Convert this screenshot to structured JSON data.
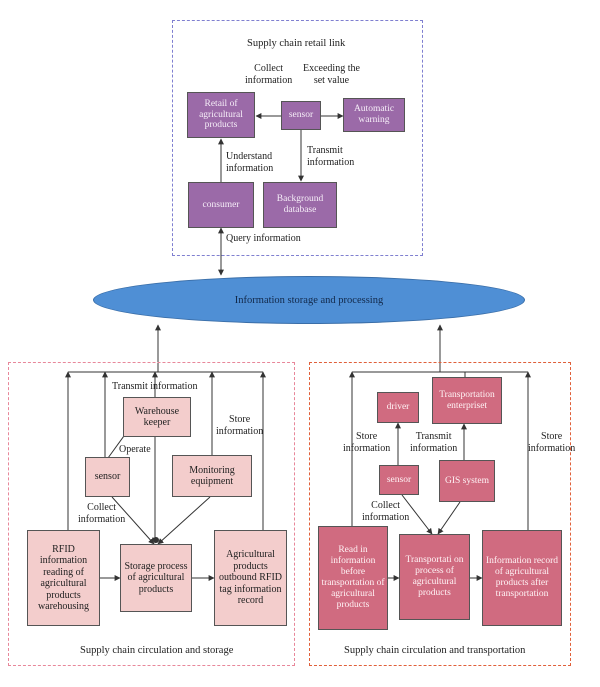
{
  "colors": {
    "retail_border": "#7f7fd0",
    "storage_border": "#e8879a",
    "transport_border": "#e0603a",
    "ellipse_fill": "#4f8fd5",
    "purple_box": "#9b6aa8",
    "pink_box": "#f3cdcc",
    "rose_box": "#d06b80"
  },
  "retail": {
    "title": "Supply chain retail link",
    "retail_box": "Retail of agricultural products",
    "sensor": "sensor",
    "warning": "Automatic warning",
    "consumer": "consumer",
    "database": "Background database",
    "collect_1": "Collect",
    "collect_2": "information",
    "exceed_1": "Exceeding the",
    "exceed_2": "set value",
    "understand_1": "Understand",
    "understand_2": "information",
    "transmit_1": "Transmit",
    "transmit_2": "information",
    "query": "Query information"
  },
  "center": {
    "storage_processing": "Information storage and processing"
  },
  "storage": {
    "title": "Supply chain circulation and storage",
    "warehouse_keeper": "Warehouse keeper",
    "sensor": "sensor",
    "monitoring": "Monitoring equipment",
    "rfid_reading": "RFID information reading of agricultural products warehousing",
    "storage_process": "Storage process of agricultural products",
    "outbound": "Agricultural products outbound RFID tag information record",
    "transmit_info": "Transmit information",
    "store_1": "Store",
    "store_2": "information",
    "operate": "Operate",
    "collect_1": "Collect",
    "collect_2": "information"
  },
  "transport": {
    "title": "Supply chain circulation and transportation",
    "driver": "driver",
    "enterprise": "Transportation enterpriset",
    "sensor": "sensor",
    "gis": "GIS system",
    "read_in": "Read in information before transportation of agricultural products",
    "transport_process": "Transportati on process of agricultural products",
    "record_after": "Information record of agricultural products after transportation",
    "store_left_1": "Store",
    "store_left_2": "information",
    "transmit_1": "Transmit",
    "transmit_2": "information",
    "collect_1": "Collect",
    "collect_2": "information",
    "store_right_1": "Store",
    "store_right_2": "information"
  }
}
